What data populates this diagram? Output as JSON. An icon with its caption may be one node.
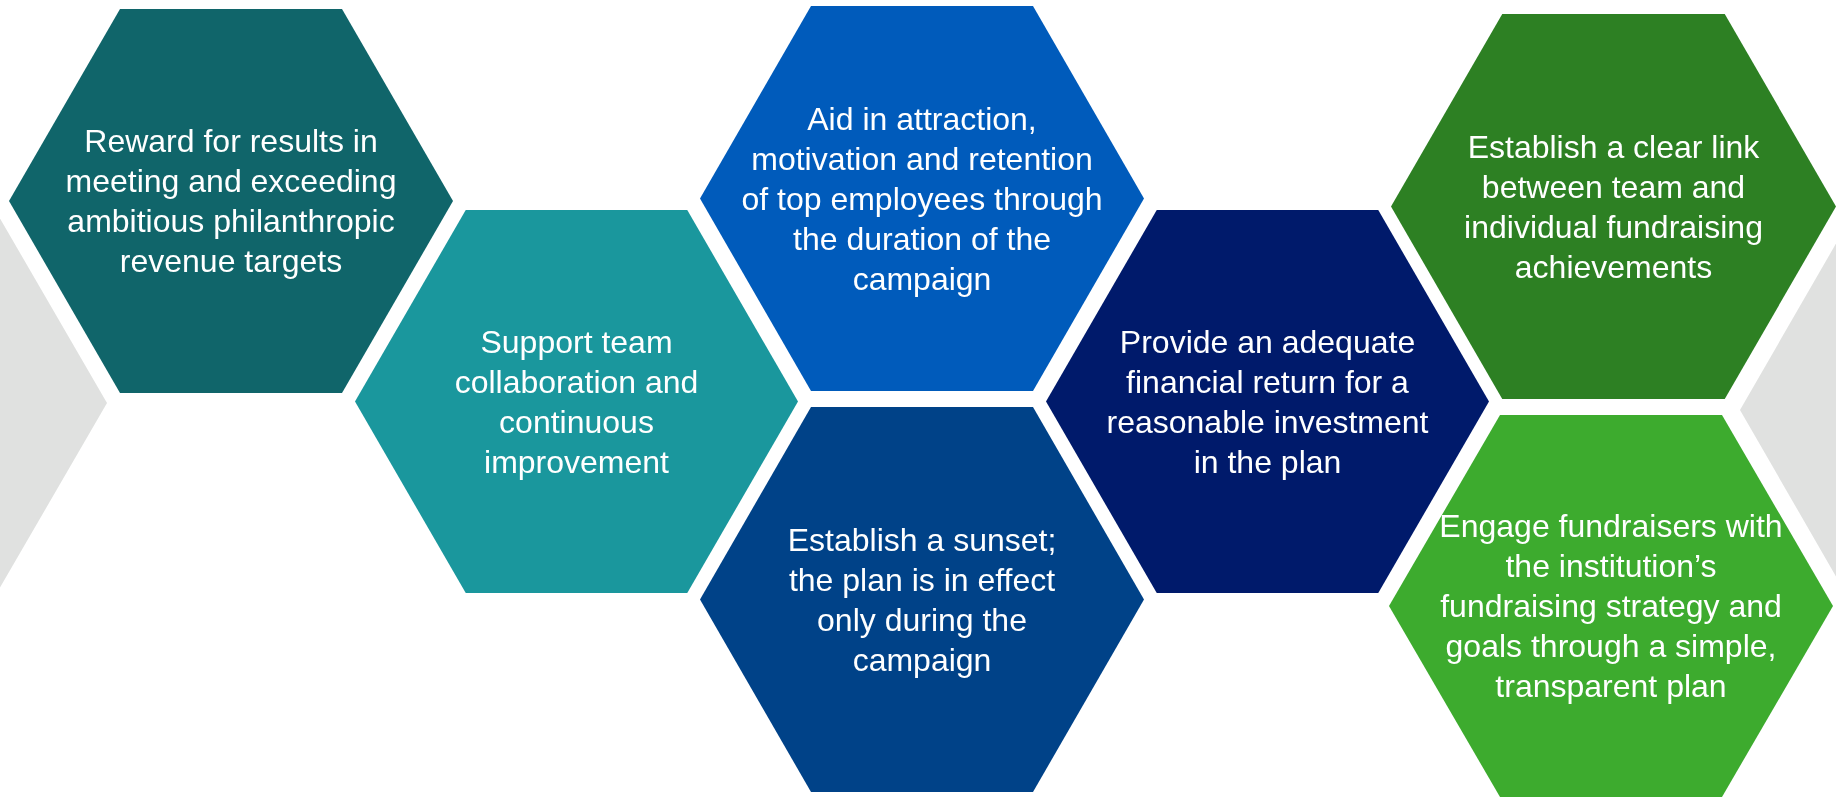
{
  "diagram": {
    "nodes": [
      {
        "text": [],
        "shape": "hexagon"
      },
      {
        "text": [
          "Reward for results in meeting and exceeding ambitious philanthropic revenue targets"
        ]
      },
      {
        "text": [
          "Support team collaboration and continuous improvement"
        ]
      },
      {
        "text": [
          "Aid in attraction, motivation and retention of top employees through the duration of the campaign"
        ]
      },
      {
        "text": [
          "Establish a sunset; the plan is in effect only during the campaign"
        ]
      },
      {
        "text": [
          "Provide an adequate financial return for a reasonable investment in the plan"
        ]
      },
      {
        "text": [
          "Establish a clear link between team and individual fundraising achievements"
        ]
      },
      {
        "text": [
          "Engage fundraisers with the institution’s fundraising strategy and goals through a simple, transparent plan"
        ]
      },
      {
        "text": [],
        "shape": "hexagon"
      }
    ]
  }
}
